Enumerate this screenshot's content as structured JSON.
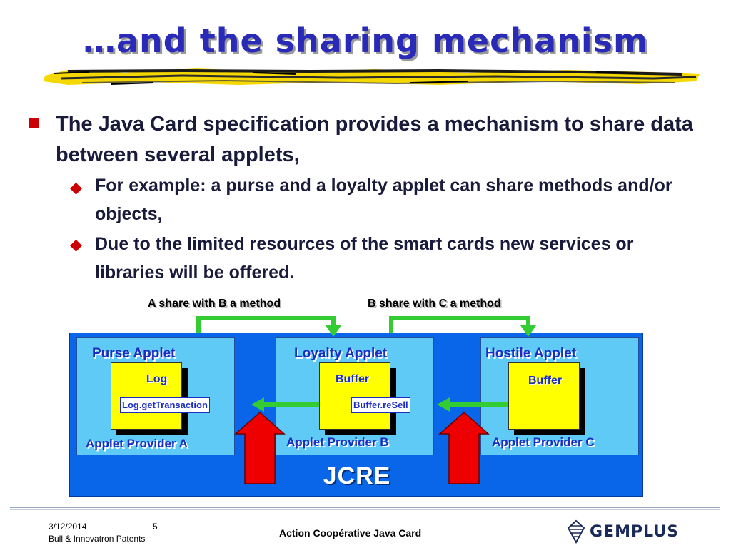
{
  "slide": {
    "title": "…and the sharing mechanism"
  },
  "bullets": [
    {
      "text": "The Java Card specification provides a mechanism to share data between several applets,",
      "marker": "square",
      "children": [
        {
          "text": "For example: a purse and a loyalty applet can share methods and/or objects,",
          "marker": "diamond"
        },
        {
          "text": "Due to the limited resources of the smart cards new services or libraries will be offered.",
          "marker": "diamond"
        }
      ]
    }
  ],
  "diagram": {
    "share_labels": [
      "A share with B a method",
      "B share with C a method"
    ],
    "applets": [
      {
        "title": "Purse Applet",
        "object": "Log",
        "method": "Log.getTransaction",
        "provider": "Applet Provider A"
      },
      {
        "title": "Loyalty Applet",
        "object": "Buffer",
        "method": "Buffer.reSell",
        "provider": "Applet Provider B"
      },
      {
        "title": "Hostile Applet",
        "object": "Buffer",
        "provider": "Applet Provider C"
      }
    ],
    "runtime_label": "JCRE",
    "colors": {
      "runtime_bg": "#0a66e8",
      "applet_bg": "#5ecaf5",
      "object_bg": "#ffff00",
      "share_arrow": "#33cc33",
      "access_arrow": "#ee0000"
    }
  },
  "footer": {
    "date": "3/12/2014",
    "page": "5",
    "note": "Bull & Innovatron Patents",
    "center": "Action Coopérative Java Card",
    "logo": "GEMPLUS",
    "logo_icon": "gemplus-logo-icon"
  }
}
